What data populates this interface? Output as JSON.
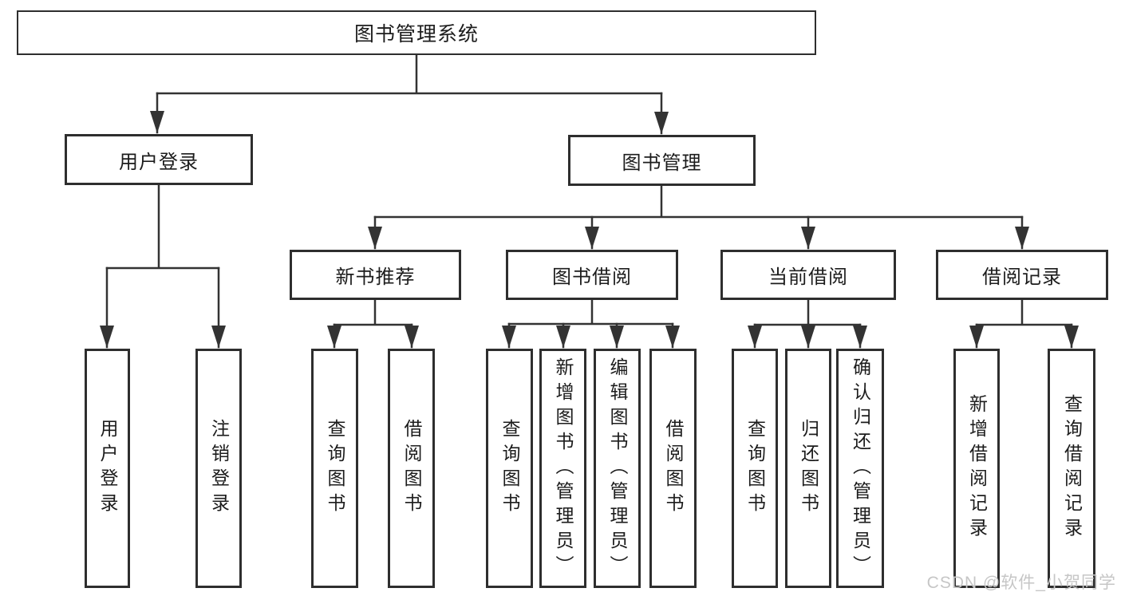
{
  "tree": {
    "root": {
      "label": "图书管理系统"
    },
    "branches": [
      {
        "label": "用户登录",
        "children": [
          {
            "label": "用户登录"
          },
          {
            "label": "注销登录"
          }
        ]
      },
      {
        "label": "图书管理",
        "groups": [
          {
            "label": "新书推荐",
            "children": [
              {
                "label": "查询图书"
              },
              {
                "label": "借阅图书"
              }
            ]
          },
          {
            "label": "图书借阅",
            "children": [
              {
                "label": "查询图书"
              },
              {
                "label": "新增图书（管理员）"
              },
              {
                "label": "编辑图书（管理员）"
              },
              {
                "label": "借阅图书"
              }
            ]
          },
          {
            "label": "当前借阅",
            "children": [
              {
                "label": "查询图书"
              },
              {
                "label": "归还图书"
              },
              {
                "label": "确认归还（管理员）"
              }
            ]
          },
          {
            "label": "借阅记录",
            "children": [
              {
                "label": "新增借阅记录"
              },
              {
                "label": "查询借阅记录"
              }
            ]
          }
        ]
      }
    ]
  },
  "watermark": {
    "text": "CSDN @软件_小贺同学"
  },
  "colors": {
    "line": "#333333",
    "box_border": "#2e2e2e",
    "text": "#1c1c1c",
    "watermark": "#c6c6c6",
    "background": "#ffffff"
  }
}
